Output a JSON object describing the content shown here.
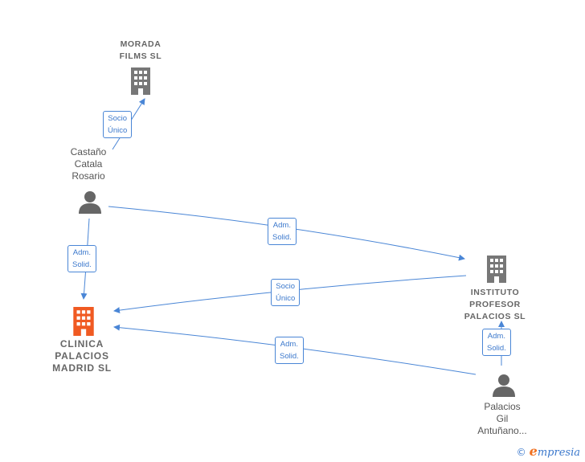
{
  "nodes": {
    "morada": {
      "label": "MORADA\nFILMS  SL",
      "icon": "building-icon",
      "color": "#777777"
    },
    "castano": {
      "label": "Castaño\nCatala\nRosario",
      "icon": "person-icon",
      "color": "#666666"
    },
    "clinica": {
      "label": "CLINICA\nPALACIOS\nMADRID  SL",
      "icon": "building-icon",
      "color": "#f05a22"
    },
    "instituto": {
      "label": "INSTITUTO\nPROFESOR\nPALACIOS SL",
      "icon": "building-icon",
      "color": "#777777"
    },
    "palacios": {
      "label": "Palacios\nGil\nAntuñano...",
      "icon": "person-icon",
      "color": "#666666"
    }
  },
  "relations": [
    {
      "label": "Socio\nÚnico",
      "from": "castano",
      "to": "morada"
    },
    {
      "label": "Adm.\nSolid.",
      "from": "castano",
      "to": "instituto"
    },
    {
      "label": "Adm.\nSolid.",
      "from": "castano",
      "to": "clinica"
    },
    {
      "label": "Socio\nÚnico",
      "from": "instituto",
      "to": "clinica"
    },
    {
      "label": "Adm.\nSolid.",
      "from": "palacios",
      "to": "clinica"
    },
    {
      "label": "Adm.\nSolid.",
      "from": "palacios",
      "to": "instituto"
    }
  ],
  "colors": {
    "edge": "#4a86d6",
    "accent": "#f05a22"
  },
  "brand": {
    "copyright": "©",
    "name_initial": "e",
    "name_rest": "mpresia"
  }
}
